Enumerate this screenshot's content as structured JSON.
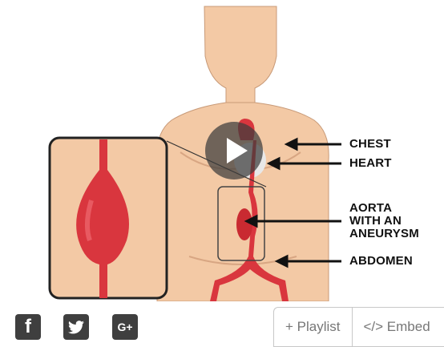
{
  "illustration": {
    "labels": {
      "chest": "CHEST",
      "heart": "HEART",
      "aorta": "AORTA\nWITH AN\nANEURYSM",
      "abdomen": "ABDOMEN"
    },
    "colors": {
      "skin": "#f3c9a5",
      "skin_shadow": "#e3ad86",
      "artery": "#d9363e",
      "artery_dark": "#b52229"
    }
  },
  "player": {
    "play_icon": "play-icon"
  },
  "share": {
    "facebook_icon": "facebook-icon",
    "twitter_icon": "twitter-icon",
    "googleplus_icon": "google-plus-icon",
    "googleplus_text": "G+"
  },
  "actions": {
    "playlist_label": "+ Playlist",
    "embed_label": "</> Embed"
  }
}
